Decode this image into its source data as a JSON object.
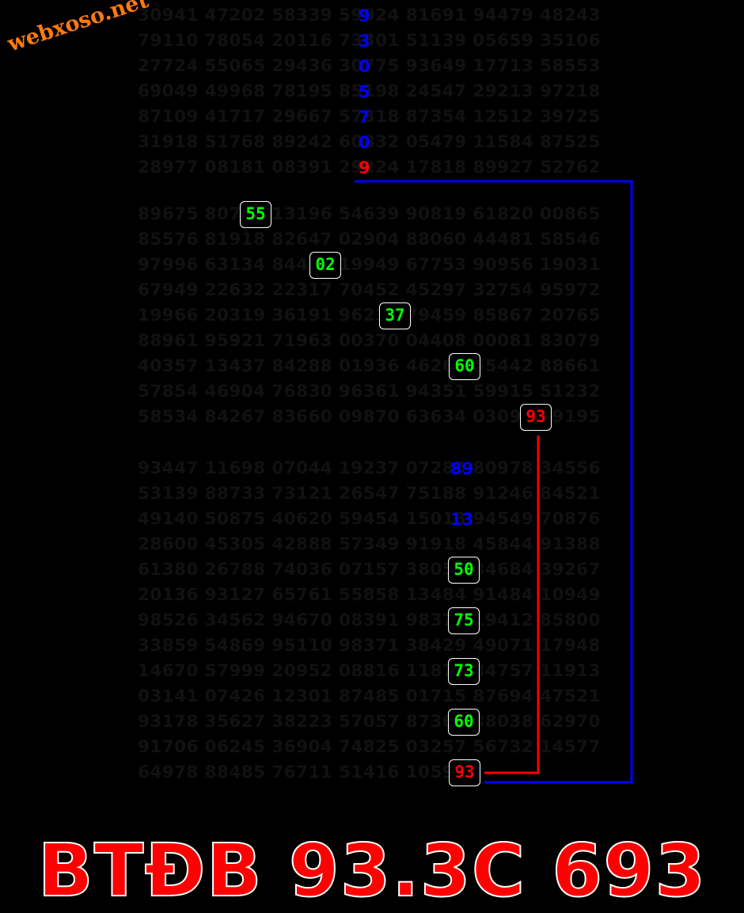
{
  "watermark": "webxoso.net",
  "colors": {
    "blue": "#0000ff",
    "red": "#ff0000",
    "green": "#00ff00",
    "grid_text": "#111111"
  },
  "grid_blocks": [
    [
      "30941 47202 58339 59924 81691 94479 48243",
      "79110 78054 20116 73301 51139 05659 35106",
      "27724 55065 29436 30775 93649 17713 58553",
      "69049 49968 78195 85198 24547 29213 97218",
      "87109 41717 29667 57318 87354 12512 39725",
      "31918 51768 89242 60832 05479 11584 87525",
      "28977 08181 08391 29224 17818 89927 52762"
    ],
    [
      "89675 80755 13196 54639 90819 61820 00865",
      "85576 81918 82647 02904 88060 44481 58546",
      "97996 63134 84402 19949 67753 90956 19031",
      "67949 22632 22317 70452 45297 32754 95972",
      "19966 20319 36191 96237 79459 85867 20765",
      "88961 95921 71963 00370 04408 00081 83079",
      "40357 13437 84288 01936 46260 55442 88661",
      "57854 46904 76830 96361 94351 59915 51232",
      "58534 84267 83660 09870 63634 03093 49195"
    ],
    [
      "93447 11698 07044 19237 07289 80978 34556",
      "53139 88733 73121 26547 75188 91246 84521",
      "49140 50875 40620 59454 15013 94549 70876",
      "28600 45305 42888 57349 91918 45844 91388",
      "61380 26788 74036 07157 38050 34684 39267",
      "20136 93127 65761 55858 13484 91484 10949",
      "98526 34562 94670 08391 98375 19412 85800",
      "33859 54869 95110 98371 38429 49071 17948",
      "14670 57999 20952 08816 11873 84757 11913",
      "03141 07426 12301 87485 01715 87694 47521",
      "93178 35627 38223 57057 87360 38038 62970",
      "91706 06245 36904 74825 03257 56732 14577",
      "64978 88485 76711 51416 10593"
    ]
  ],
  "column_digits": [
    {
      "text": "9",
      "color": "blue"
    },
    {
      "text": "3",
      "color": "blue"
    },
    {
      "text": "0",
      "color": "blue"
    },
    {
      "text": "5",
      "color": "blue"
    },
    {
      "text": "7",
      "color": "blue"
    },
    {
      "text": "0",
      "color": "blue"
    },
    {
      "text": "9",
      "color": "red"
    }
  ],
  "blue_pairs": [
    "89",
    "13"
  ],
  "badges": [
    {
      "text": "55",
      "color": "green"
    },
    {
      "text": "02",
      "color": "green"
    },
    {
      "text": "37",
      "color": "green"
    },
    {
      "text": "60",
      "color": "green"
    },
    {
      "text": "93",
      "color": "red"
    },
    {
      "text": "50",
      "color": "green"
    },
    {
      "text": "75",
      "color": "green"
    },
    {
      "text": "73",
      "color": "green"
    },
    {
      "text": "60",
      "color": "green"
    },
    {
      "text": "93",
      "color": "red"
    }
  ],
  "headline": "BTĐB 93.3C 693"
}
